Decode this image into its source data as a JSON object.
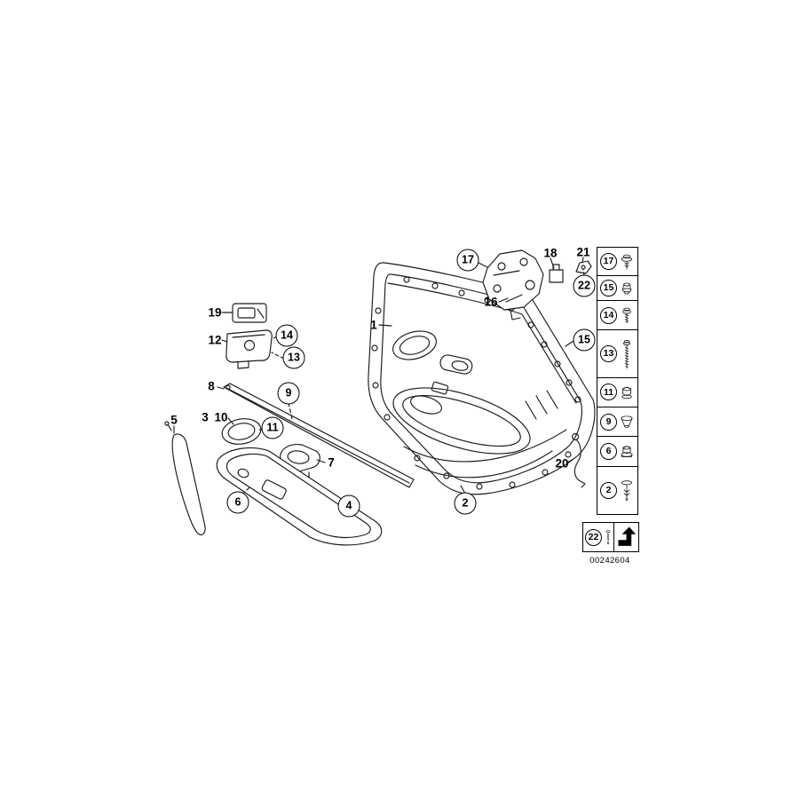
{
  "meta": {
    "diagram_id": "00242604"
  },
  "callouts": {
    "n1": {
      "label": "1"
    },
    "n2": {
      "label": "2"
    },
    "n3": {
      "label": "3"
    },
    "n4": {
      "label": "4"
    },
    "n5": {
      "label": "5"
    },
    "n6": {
      "label": "6"
    },
    "n7": {
      "label": "7"
    },
    "n8": {
      "label": "8"
    },
    "n9": {
      "label": "9"
    },
    "n10": {
      "label": "10"
    },
    "n11": {
      "label": "11"
    },
    "n12": {
      "label": "12"
    },
    "n13": {
      "label": "13"
    },
    "n14": {
      "label": "14"
    },
    "n15": {
      "label": "15"
    },
    "n16": {
      "label": "16"
    },
    "n17": {
      "label": "17"
    },
    "n18": {
      "label": "18"
    },
    "n19": {
      "label": "19"
    },
    "n20": {
      "label": "20"
    },
    "n21": {
      "label": "21"
    },
    "n22": {
      "label": "22"
    }
  },
  "legend": {
    "items": [
      {
        "label": "17",
        "icon": "push-rivet-icon"
      },
      {
        "label": "15",
        "icon": "grommet-icon"
      },
      {
        "label": "14",
        "icon": "screw-icon"
      },
      {
        "label": "13",
        "icon": "long-screw-icon"
      },
      {
        "label": "11",
        "icon": "nut-icon"
      },
      {
        "label": "9",
        "icon": "funnel-grommet-icon"
      },
      {
        "label": "6",
        "icon": "collar-nut-icon"
      },
      {
        "label": "2",
        "icon": "expanding-rivet-icon"
      },
      {
        "label": "22",
        "icon": "pin-screw-icon"
      }
    ],
    "continuation_icon": "diagram-continuation-arrow"
  }
}
